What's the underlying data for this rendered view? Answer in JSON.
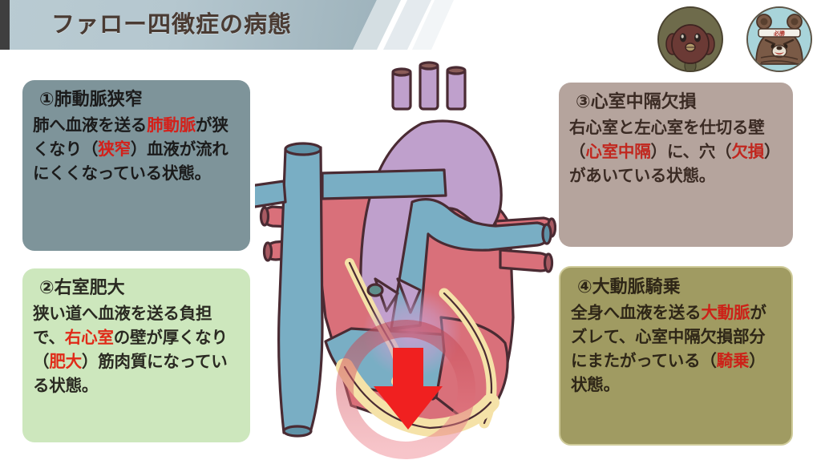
{
  "header": {
    "title": "ファロー四徴症の病態",
    "accent_color": "#b5c7cf",
    "title_color": "#4a3b33"
  },
  "avatars": [
    {
      "name": "bird-character-avatar",
      "background_color": "#6e6b4b",
      "body_color": "#6b3a35"
    },
    {
      "name": "bear-character-avatar",
      "background_color": "#a8d4da",
      "body_color": "#7a5a46",
      "headband_text": "必勝"
    }
  ],
  "boxes": [
    {
      "id": "1",
      "name": "pulmonary-stenosis",
      "heading": "①肺動脈狭窄",
      "background_color": "#7e949a",
      "highlight_color": "#d4201a",
      "body": [
        {
          "t": "肺へ血液を送る",
          "hl": false
        },
        {
          "t": "肺動脈",
          "hl": true
        },
        {
          "t": "が狭くなり（",
          "hl": false
        },
        {
          "t": "狭窄",
          "hl": true
        },
        {
          "t": "）血液が流れにくくなっている状態。",
          "hl": false
        }
      ]
    },
    {
      "id": "2",
      "name": "right-ventricular-hypertrophy",
      "heading": "②右室肥大",
      "background_color": "#cde7bd",
      "highlight_color": "#e02a18",
      "body": [
        {
          "t": "狭い道へ血液を送る負担で、",
          "hl": false
        },
        {
          "t": "右心室",
          "hl": true
        },
        {
          "t": "の壁が厚くなり（",
          "hl": false
        },
        {
          "t": "肥大",
          "hl": true
        },
        {
          "t": "）筋肉質になっている状態。",
          "hl": false
        }
      ]
    },
    {
      "id": "3",
      "name": "ventricular-septal-defect",
      "heading": "③心室中隔欠損",
      "background_color": "#b5a49d",
      "highlight_color": "#c1271f",
      "body": [
        {
          "t": "右心室と左心室を仕切る壁（",
          "hl": false
        },
        {
          "t": "心室中隔",
          "hl": true
        },
        {
          "t": "）に、穴（",
          "hl": false
        },
        {
          "t": "欠損",
          "hl": true
        },
        {
          "t": "）があいている状態。",
          "hl": false
        }
      ]
    },
    {
      "id": "4",
      "name": "overriding-aorta",
      "heading": "④大動脈騎乗",
      "background_color": "#a09b62",
      "highlight_color": "#cc2118",
      "body": [
        {
          "t": "全身へ血液を送る",
          "hl": false
        },
        {
          "t": "大動脈",
          "hl": true
        },
        {
          "t": "がズレて、心室中隔欠損部分にまたがっている（",
          "hl": false
        },
        {
          "t": "騎乗",
          "hl": true
        },
        {
          "t": "）状態。",
          "hl": false
        }
      ]
    }
  ],
  "heart_diagram": {
    "name": "heart-anatomy-illustration",
    "colors": {
      "vein_blue": "#79aec4",
      "artery_red": "#d9707a",
      "aorta_purple": "#bfa0cc",
      "septum_yellow": "#f5e2a8",
      "outline": "#4a2b33",
      "arrow_red": "#f02020",
      "highlight_ring": "#e8505c"
    },
    "annotations": {
      "blood_flow_arrow": "downward-red-arrow",
      "defect_highlight": "red-ring-highlight"
    }
  }
}
